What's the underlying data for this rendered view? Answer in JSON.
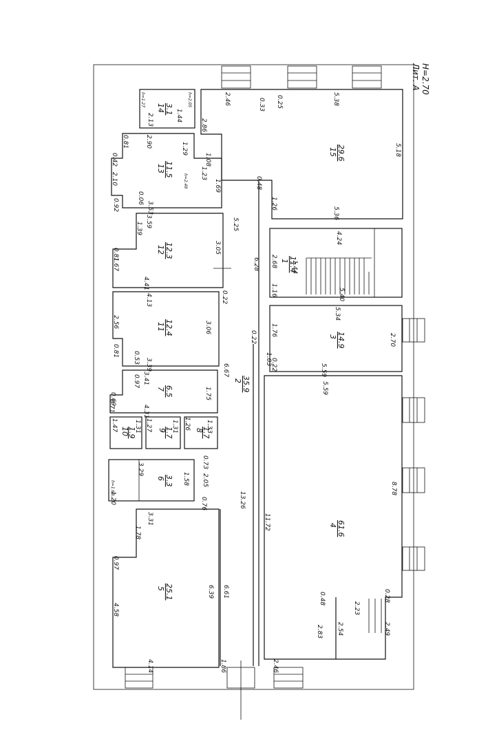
{
  "header": {
    "lit": "Лит. А",
    "height": "H=2.70"
  },
  "rooms": [
    {
      "id": "r1",
      "no": "1",
      "area": "11.4"
    },
    {
      "id": "r2",
      "no": "2",
      "area": "35.9"
    },
    {
      "id": "r3",
      "no": "3",
      "area": "14.9"
    },
    {
      "id": "r4",
      "no": "4",
      "area": "61.6"
    },
    {
      "id": "r5",
      "no": "5",
      "area": "25.1"
    },
    {
      "id": "r6",
      "no": "6",
      "area": "3.3"
    },
    {
      "id": "r7",
      "no": "7",
      "area": "6.5"
    },
    {
      "id": "r8",
      "no": "8",
      "area": "1.7"
    },
    {
      "id": "r9",
      "no": "9",
      "area": "1.7"
    },
    {
      "id": "r10",
      "no": "10",
      "area": "1.9"
    },
    {
      "id": "r11",
      "no": "11",
      "area": "12.4"
    },
    {
      "id": "r12",
      "no": "12",
      "area": "12.3"
    },
    {
      "id": "r13",
      "no": "13",
      "area": "11.5"
    },
    {
      "id": "r14",
      "no": "14",
      "area": "3.1"
    },
    {
      "id": "r15",
      "no": "15",
      "area": "29.6"
    }
  ],
  "heights": {
    "h14": "h=2.05",
    "h14b": "h=1.27",
    "h13": "h=2.48",
    "h6": "h=1.69"
  },
  "dims": [
    "2.46",
    "0.33",
    "0.25",
    "5.38",
    "5.18",
    "5.36",
    "2.86",
    "1.08",
    "1.23",
    "1.69",
    "1.26",
    "0.48",
    "2.13",
    "1.44",
    "2.90",
    "0.81",
    "0.42",
    "2.10",
    "0.92",
    "0.06",
    "3.53",
    "1.29",
    "3.59",
    "1.39",
    "0.81",
    "1.67",
    "5.25",
    "3.05",
    "4.41",
    "0.22",
    "6.28",
    "4.24",
    "2.68",
    "1.44",
    "1.16",
    "5.40",
    "4.13",
    "2.56",
    "3.06",
    "0.81",
    "0.53",
    "3.39",
    "5.34",
    "0.22",
    "1.76",
    "2.70",
    "1.03",
    "0.22",
    "5.59",
    "5.59",
    "3.41",
    "0.97",
    "0.69",
    "0.71",
    "4.31",
    "1.75",
    "6.67",
    "1.47",
    "1.31",
    "1.27",
    "1.31",
    "1.26",
    "1.33",
    "3.29",
    "0.73",
    "1.58",
    "2.05",
    "1.20",
    "0.76",
    "3.31",
    "1.78",
    "0.97",
    "13.26",
    "11.72",
    "8.78",
    "6.39",
    "6.61",
    "4.58",
    "4.14",
    "1.86",
    "2.46",
    "0.48",
    "0.28",
    "2.23",
    "2.83",
    "2.54",
    "2.49"
  ]
}
